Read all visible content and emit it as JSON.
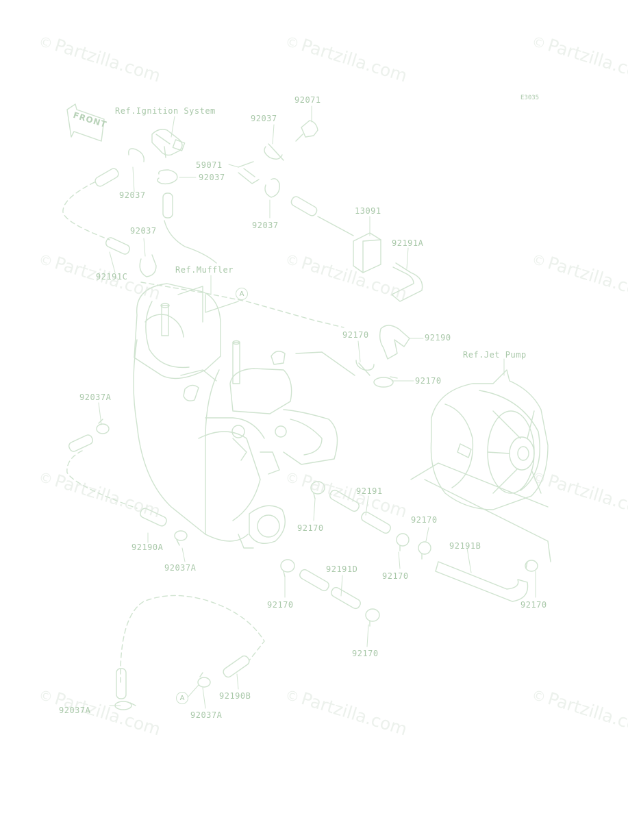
{
  "colors": {
    "line": "#cfe3cf",
    "text": "#a9c8a9",
    "watermark": "#dde6dd"
  },
  "page": {
    "ref_code": "E3035",
    "front_label": "FRONT",
    "watermark_text": "Partzilla.com",
    "watermark_symbol": "©"
  },
  "labels": {
    "ref_ignition": "Ref.Ignition System",
    "ref_muffler": "Ref.Muffler",
    "ref_jet_pump": "Ref.Jet Pump",
    "p92071": "92071",
    "p92037_a": "92037",
    "p59071": "59071",
    "p92037_b": "92037",
    "p92037_c": "92037",
    "p92037_d": "92037",
    "p92037_e": "92037",
    "p13091": "13091",
    "p92191A": "92191A",
    "p92191C": "92191C",
    "p92170_a": "92170",
    "p92190": "92190",
    "p92170_b": "92170",
    "p92037A_a": "92037A",
    "p92191": "92191",
    "p92170_c": "92170",
    "p92170_d": "92170",
    "p92191B": "92191B",
    "p92170_e": "92170",
    "p92190A": "92190A",
    "p92037A_b": "92037A",
    "p92191D": "92191D",
    "p92170_f": "92170",
    "p92170_g": "92170",
    "p92170_h": "92170",
    "p92190B": "92190B",
    "p92037A_c": "92037A",
    "p92037A_d": "92037A",
    "callout_a": "A"
  }
}
